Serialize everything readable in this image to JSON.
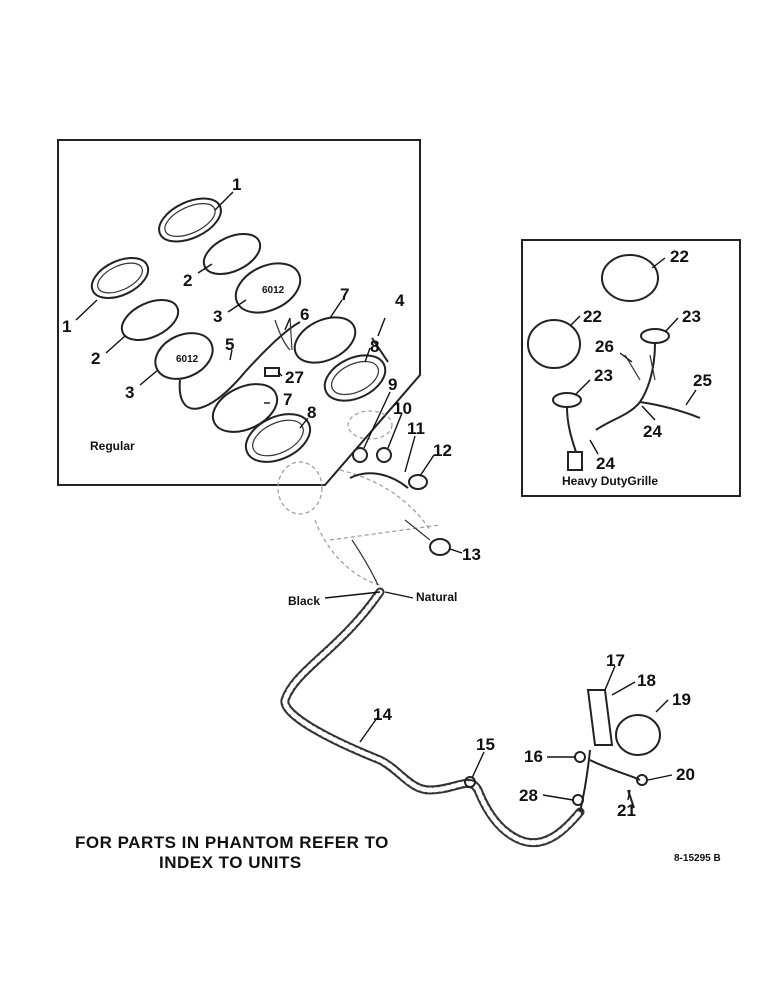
{
  "panels": {
    "regular": {
      "label": "Regular"
    },
    "heavy_duty": {
      "label": "Heavy DutyGrille"
    }
  },
  "wire_labels": {
    "black": "Black",
    "natural": "Natural"
  },
  "note": {
    "line1": "FOR PARTS IN PHANTOM REFER TO",
    "line2": "INDEX TO UNITS"
  },
  "drawing_code": "8-15295 B",
  "callouts": {
    "c1a": "1",
    "c1b": "1",
    "c2a": "2",
    "c2b": "2",
    "c3a": "3",
    "c3b": "3",
    "c4": "4",
    "c5": "5",
    "c6": "6",
    "c7a": "7",
    "c7b": "7",
    "c8a": "8",
    "c8b": "8",
    "c27": "27",
    "c9": "9",
    "c10": "10",
    "c11": "11",
    "c12": "12",
    "c13": "13",
    "c14": "14",
    "c15": "15",
    "c16": "16",
    "c17": "17",
    "c18": "18",
    "c19": "19",
    "c20": "20",
    "c21": "21",
    "c28": "28",
    "c22a": "22",
    "c22b": "22",
    "c23a": "23",
    "c23b": "23",
    "c24a": "24",
    "c24b": "24",
    "c25": "25",
    "c26": "26"
  }
}
